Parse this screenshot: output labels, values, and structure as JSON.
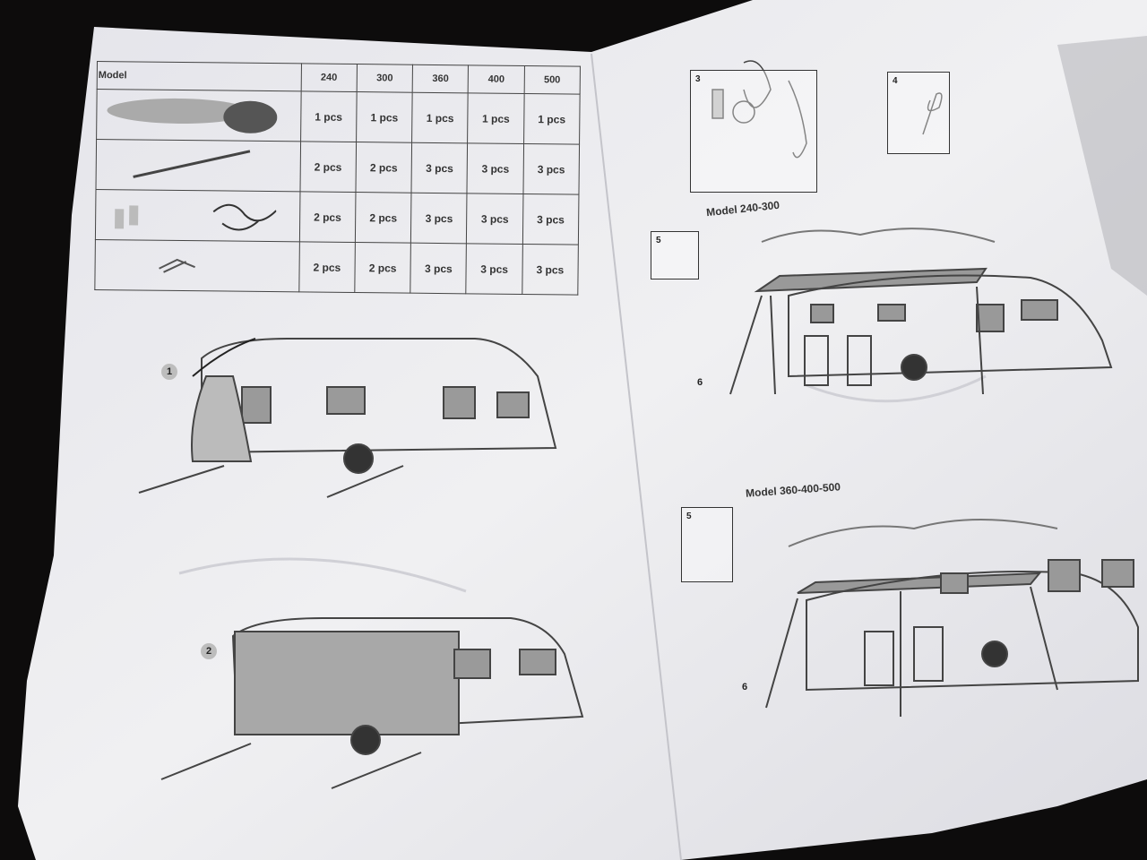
{
  "table": {
    "header_label": "Model",
    "columns": [
      "240",
      "300",
      "360",
      "400",
      "500"
    ],
    "rows": [
      {
        "item_icon": "awning-bag-icon",
        "values": [
          "1 pcs",
          "1 pcs",
          "1 pcs",
          "1 pcs",
          "1 pcs"
        ]
      },
      {
        "item_icon": "pole-icon",
        "values": [
          "2 pcs",
          "2 pcs",
          "3 pcs",
          "3 pcs",
          "3 pcs"
        ]
      },
      {
        "item_icon": "rope-tensioner-icon",
        "values": [
          "2 pcs",
          "2 pcs",
          "3 pcs",
          "3 pcs",
          "3 pcs"
        ]
      },
      {
        "item_icon": "peg-icon",
        "values": [
          "2 pcs",
          "2 pcs",
          "3 pcs",
          "3 pcs",
          "3 pcs"
        ]
      }
    ]
  },
  "steps": {
    "s1": "1",
    "s2": "2",
    "s3": "3",
    "s4": "4",
    "s5a": "5",
    "s6a": "6",
    "s5b": "5",
    "s6b": "6"
  },
  "models": {
    "a": "Model 240-300",
    "b": "Model 360-400-500"
  },
  "colors": {
    "paper": "#ececf0",
    "ink": "#333333",
    "background": "#0d0c0c"
  }
}
